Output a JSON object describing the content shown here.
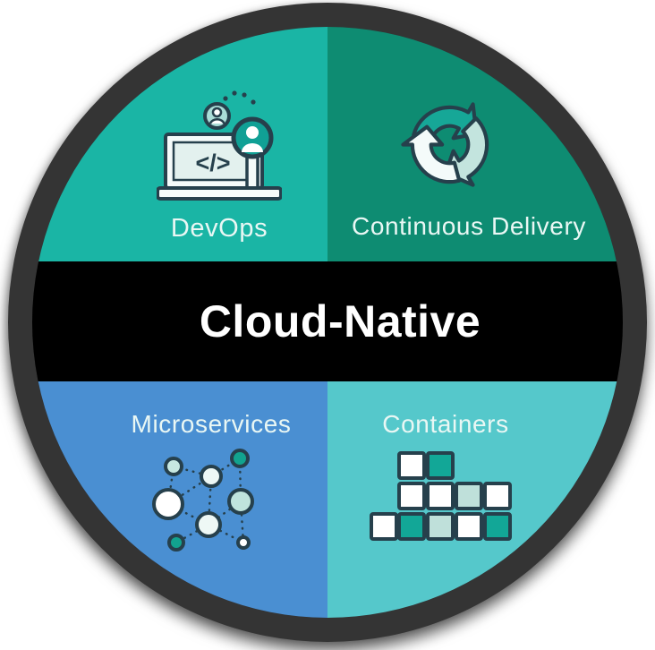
{
  "diagram": {
    "title": "Cloud-Native",
    "title_color": "#ffffff",
    "band_color": "#000000",
    "ring_color": "#343434",
    "outline_color": "#26404c",
    "label_color": "#e9f7f4",
    "quadrants": [
      {
        "id": "devops",
        "label": "DevOps",
        "color": "#1ab5a5",
        "icon": "devops-laptop-code-icon",
        "position": "top-left"
      },
      {
        "id": "continuous-delivery",
        "label": "Continuous Delivery",
        "color": "#0e8c72",
        "icon": "cycle-arrows-icon",
        "position": "top-right"
      },
      {
        "id": "microservices",
        "label": "Microservices",
        "color": "#4a8fd2",
        "icon": "network-nodes-icon",
        "position": "bottom-left"
      },
      {
        "id": "containers",
        "label": "Containers",
        "color": "#55c8cb",
        "icon": "stacked-blocks-icon",
        "position": "bottom-right"
      }
    ],
    "icon_palette": {
      "teal": "#12a797",
      "pale_teal": "#c0e4dd",
      "white": "#f5fbfa",
      "navy_outline": "#26404c"
    }
  }
}
